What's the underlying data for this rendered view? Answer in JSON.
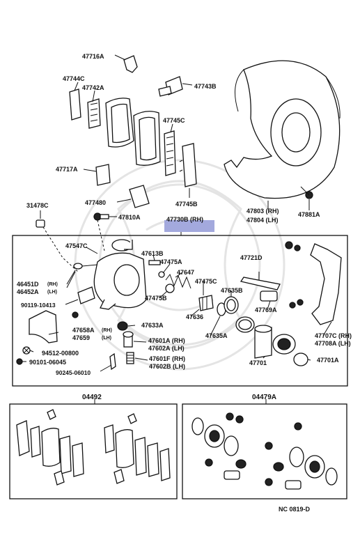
{
  "labels": {
    "p47716A": "47716A",
    "p47744C": "47744C",
    "p47742A": "47742A",
    "p47743B": "47743B",
    "p47745C": "47745C",
    "p47717A": "47717A",
    "p47748D": "477480",
    "p47745B": "47745B",
    "p31478C": "31478C",
    "p47810A": "47810A",
    "p47730B": "47730B (RH)",
    "p47803": "47803 (RH)",
    "p47804": "47804 (LH)",
    "p47881A": "47881A",
    "p47547C": "47547C",
    "p47613B": "47613B",
    "p47475A": "47475A",
    "p47647": "47647",
    "p47721D": "47721D",
    "p46451D": "46451D",
    "p46451D_side": "(RH)",
    "p46452A": "46452A",
    "p46452A_side": "(LH)",
    "p47475B": "47475B",
    "p47475C": "47475C",
    "p47635B": "47635B",
    "p90119": "90119-10413",
    "p47636": "47636",
    "p47769A": "47769A",
    "p47635A": "47635A",
    "p47633A": "47633A",
    "p47658A": "47658A",
    "p47658A_side": "(RH)",
    "p47659": "47659",
    "p47659_side": "(LH)",
    "p47707C": "47707C (RH)",
    "p47708A": "47708A (LH)",
    "p47601A": "47601A (RH)",
    "p47602A": "47602A (LH)",
    "p94512": "94512-00800",
    "p90101": "90101-06045",
    "p47601F": "47601F (RH)",
    "p47602B": "47602B (LH)",
    "p47701": "47701",
    "p47701A": "47701A",
    "p90245": "90245-06010",
    "kit04492": "04492",
    "kit04479A": "04479A",
    "footer": "NC 0819-D"
  },
  "colors": {
    "highlight": "#a3a9dd",
    "ink": "#111111",
    "watermark": "#e4e4e4"
  }
}
